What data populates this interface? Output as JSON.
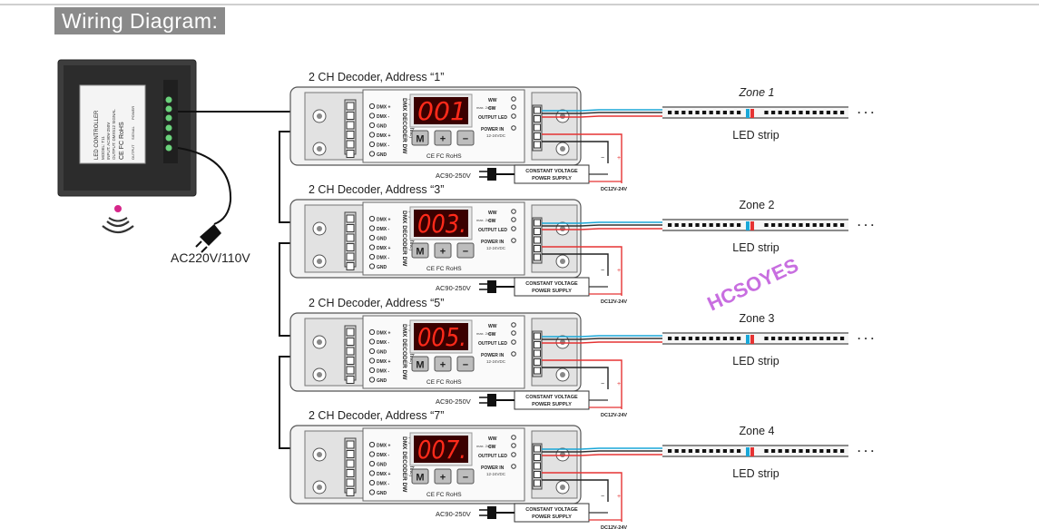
{
  "title": "Wiring Diagram:",
  "controller": {
    "name": "LED CONTROLLER",
    "model": "MODEL: T11",
    "input": "INPUT: AC90V-250V",
    "output": "OUTPUT: DMX512 SIGNAL",
    "marks": "CE FC RoHS",
    "terminal_labels": [
      "OUTPUT",
      "SIGNAL",
      "POWER"
    ],
    "power_label": "AC220V/110V"
  },
  "watermark": "HCSOYES",
  "decoders": [
    {
      "title": "2 CH Decoder, Address “1”",
      "display": "001",
      "zone": "Zone 1",
      "strip": "LED strip"
    },
    {
      "title": "2 CH Decoder, Address “3”",
      "display": "003.",
      "zone": "Zone 2",
      "strip": "LED strip"
    },
    {
      "title": "2 CH Decoder, Address “5”",
      "display": "005.",
      "zone": "Zone 3",
      "strip": "LED strip"
    },
    {
      "title": "2 CH Decoder, Address “7”",
      "display": "007.",
      "zone": "Zone 4",
      "strip": "LED strip"
    }
  ],
  "decoder_common": {
    "dmx_labels": [
      "DMX +",
      "DMX -",
      "GND",
      "DMX +",
      "DMX -",
      "GND"
    ],
    "product_name": "DMX DECODER DW",
    "product_sub": "(Dynamic White)",
    "buttons": [
      "M",
      "+",
      "−"
    ],
    "marks": "CE FC RoHS",
    "out_labels": [
      "WW",
      "CW",
      "OUTPUT LED",
      "POWER IN"
    ],
    "max_current": "max. 2x8A",
    "voltage_in": "12-24VDC",
    "ac_label": "AC90-250V",
    "psu_line1": "CONSTANT VOLTAGE",
    "psu_line2": "POWER SUPPLY",
    "dc_label": "DC12V-24V",
    "plus": "+",
    "minus": "−",
    "ellipsis": "· · ·"
  }
}
